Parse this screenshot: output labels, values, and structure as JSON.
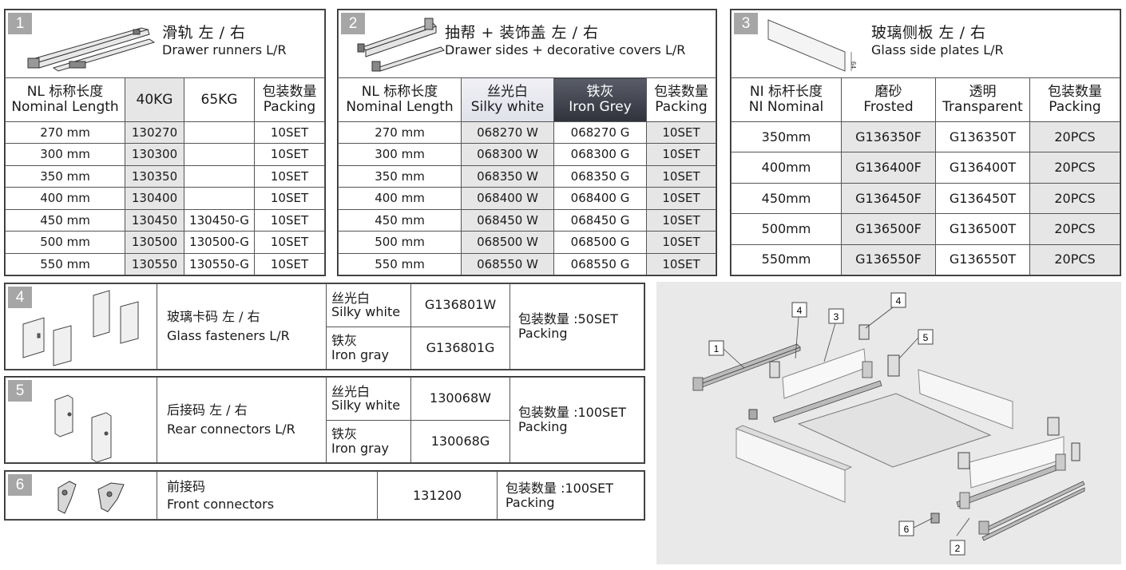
{
  "section1": {
    "num": "1",
    "title_zh": "滑轨  左 / 右",
    "title_en": "Drawer runners  L/R",
    "headers": {
      "length_zh": "NL 标称长度",
      "length_en": "Nominal Length",
      "c40": "40KG",
      "c65": "65KG",
      "packing_zh": "包装数量",
      "packing_en": "Packing"
    },
    "rows": [
      {
        "length": "270 mm",
        "c40": "130270",
        "c65": "",
        "pack": "10SET"
      },
      {
        "length": "300 mm",
        "c40": "130300",
        "c65": "",
        "pack": "10SET"
      },
      {
        "length": "350 mm",
        "c40": "130350",
        "c65": "",
        "pack": "10SET"
      },
      {
        "length": "400 mm",
        "c40": "130400",
        "c65": "",
        "pack": "10SET"
      },
      {
        "length": "450 mm",
        "c40": "130450",
        "c65": "130450-G",
        "pack": "10SET"
      },
      {
        "length": "500 mm",
        "c40": "130500",
        "c65": "130500-G",
        "pack": "10SET"
      },
      {
        "length": "550 mm",
        "c40": "130550",
        "c65": "130550-G",
        "pack": "10SET"
      }
    ]
  },
  "section2": {
    "num": "2",
    "title_zh": "抽帮 + 装饰盖  左 / 右",
    "title_en": "Drawer sides + decorative covers  L/R",
    "headers": {
      "length_zh": "NL 标称长度",
      "length_en": "Nominal Length",
      "silky_zh": "丝光白",
      "silky_en": "Silky white",
      "grey_zh": "铁灰",
      "grey_en": "Iron Grey",
      "packing_zh": "包装数量",
      "packing_en": "Packing"
    },
    "rows": [
      {
        "length": "270 mm",
        "w": "068270 W",
        "g": "068270 G",
        "pack": "10SET"
      },
      {
        "length": "300 mm",
        "w": "068300 W",
        "g": "068300 G",
        "pack": "10SET"
      },
      {
        "length": "350 mm",
        "w": "068350 W",
        "g": "068350 G",
        "pack": "10SET"
      },
      {
        "length": "400 mm",
        "w": "068400 W",
        "g": "068400 G",
        "pack": "10SET"
      },
      {
        "length": "450 mm",
        "w": "068450 W",
        "g": "068450 G",
        "pack": "10SET"
      },
      {
        "length": "500 mm",
        "w": "068500 W",
        "g": "068500 G",
        "pack": "10SET"
      },
      {
        "length": "550 mm",
        "w": "068550 W",
        "g": "068550 G",
        "pack": "10SET"
      }
    ]
  },
  "section3": {
    "num": "3",
    "title_zh": "玻璃侧板  左 / 右",
    "title_en": "Glass side plates   L/R",
    "dim_label": "64",
    "headers": {
      "length_zh": "NI 标杆长度",
      "length_en": "NI Nominal",
      "frosted_zh": "磨砂",
      "frosted_en": "Frosted",
      "transparent_zh": "透明",
      "transparent_en": "Transparent",
      "packing_zh": "包装数量",
      "packing_en": "Packing"
    },
    "rows": [
      {
        "length": "350mm",
        "f": "G136350F",
        "t": "G136350T",
        "pack": "20PCS"
      },
      {
        "length": "400mm",
        "f": "G136400F",
        "t": "G136400T",
        "pack": "20PCS"
      },
      {
        "length": "450mm",
        "f": "G136450F",
        "t": "G136450T",
        "pack": "20PCS"
      },
      {
        "length": "500mm",
        "f": "G136500F",
        "t": "G136500T",
        "pack": "20PCS"
      },
      {
        "length": "550mm",
        "f": "G136550F",
        "t": "G136550T",
        "pack": "20PCS"
      }
    ]
  },
  "section4": {
    "num": "4",
    "name_zh": "玻璃卡码  左 / 右",
    "name_en": "Glass fasteners  L/R",
    "opt1_zh": "丝光白",
    "opt1_en": "Silky white",
    "opt1_code": "G136801W",
    "opt2_zh": "铁灰",
    "opt2_en": "Iron gray",
    "opt2_code": "G136801G",
    "packing_zh": "包装数量 :50SET",
    "packing_en": "Packing"
  },
  "section5": {
    "num": "5",
    "name_zh": "后接码  左 / 右",
    "name_en": "Rear connectors  L/R",
    "opt1_zh": "丝光白",
    "opt1_en": "Silky white",
    "opt1_code": "130068W",
    "opt2_zh": "铁灰",
    "opt2_en": "Iron gray",
    "opt2_code": "130068G",
    "packing_zh": "包装数量 :100SET",
    "packing_en": "Packing"
  },
  "section6": {
    "num": "6",
    "name_zh": "前接码",
    "name_en": "Front connectors",
    "code": "131200",
    "packing_zh": "包装数量 :100SET",
    "packing_en": "Packing"
  },
  "diagram": {
    "labels": [
      "1",
      "2",
      "3",
      "4",
      "4",
      "5",
      "6"
    ]
  }
}
